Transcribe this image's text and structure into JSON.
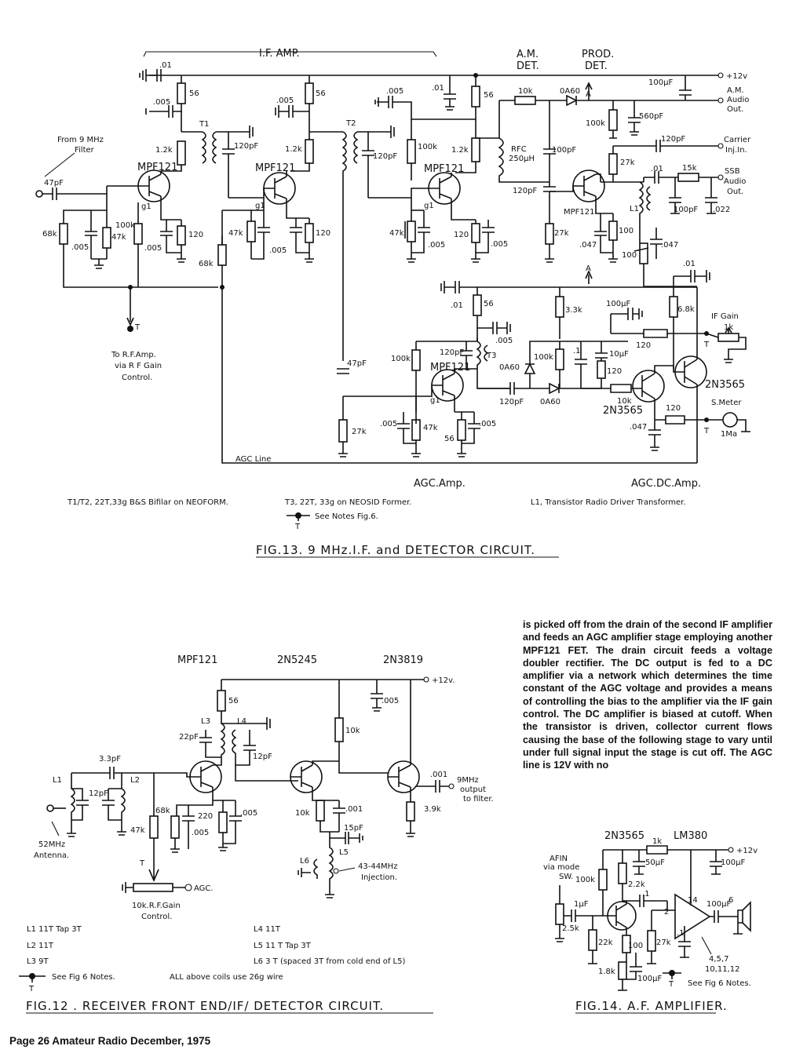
{
  "fig13": {
    "labels": {
      "if_amp": "I.F. AMP.",
      "am_det": "A.M.",
      "am_det2": "DET.",
      "prod_det": "PROD.",
      "prod_det2": "DET.",
      "plus12": "+12v",
      "am_audio": "A.M.",
      "am_audio2": "Audio",
      "am_audio3": "Out.",
      "carrier": "Carrier",
      "carrier2": "Inj.In.",
      "ssb": "SSB",
      "ssb2": "Audio",
      "ssb3": "Out.",
      "from9mhz": "From 9 MHz",
      "filter": "Filter",
      "to_rf": "To R.F.Amp.",
      "via_rf": "via R F Gain",
      "control": "Control.",
      "agc_line": "AGC Line",
      "agc_amp": "AGC.Amp.",
      "agc_dc_amp": "AGC.DC.Amp.",
      "if_gain": "IF Gain",
      "s_meter": "S.Meter",
      "arrow_a": "A",
      "arrow_a2": "A",
      "t_label": "T",
      "t_label2": "T",
      "t_label3": "T"
    },
    "components": {
      "c01a": ".01",
      "c005a": ".005",
      "r56a": "56",
      "t1": "T1",
      "c120pf_a": "120pF",
      "r12k_a": "1.2k",
      "mpf121_a": "MPF121",
      "c47pf_in": "47pF",
      "g1a": "g1",
      "r100k_a": "100k",
      "r47k_a": "47k",
      "r68k_a": "68k",
      "c005b": ".005",
      "c005c": ".005",
      "r120a": "120",
      "c005d": ".005",
      "r56b": "56",
      "r12k_b": "1.2k",
      "mpf121_b": "MPF121",
      "g1b": "g1",
      "r47k_b": "47k",
      "c005e": ".005",
      "r120b": "120",
      "r68k_b": "68k",
      "t2": "T2",
      "c005f": ".005",
      "c120pf_b": "120pF",
      "c01b": ".01",
      "r56c": "56",
      "r100k_b": "100k",
      "r12k_c": "1.2k",
      "rfc": "RFC",
      "rfc2": "250µH",
      "mpf121_c": "MPF121",
      "g1c": "g1",
      "r47k_c": "47k",
      "c005g": ".005",
      "r120c": "120",
      "c005h": ".005",
      "r10k_a": "10k",
      "oa60_a": "0A60",
      "c100uf_a": "100µF",
      "r100k_c": "100k",
      "c560pf": "560pF",
      "c100pf_a": "100pF",
      "c120pf_c": "120pF",
      "c120pf_d": "120pF",
      "r27k_a": "27k",
      "c01c": ".01",
      "r15k": "15k",
      "mpf121_d": "MPF121",
      "l1": "L1",
      "c100pf_b": "100pF",
      "c022": ".022",
      "r27k_b": "27k",
      "r100_a": "100",
      "c047a": ".047",
      "r100_b": "100",
      "c047b": ".047",
      "c01d": ".01",
      "c01e": ".01",
      "r56d": "56",
      "r33k": "3.3k",
      "c100uf_b": "100µF",
      "r68k_c": "6.8k",
      "c005i": ".005",
      "c120pf_e": "120pF",
      "r100k_d": "100k",
      "t3": "T3",
      "mpf121_e": "MPF121",
      "oa60_b": "0A60",
      "r100k_e": "100k",
      "c1a": ".1",
      "c10uf": "10µF",
      "r120d": "120",
      "r120e": "120",
      "r1k_a": "1k",
      "c47pf_b": "47pF",
      "c120pf_f": "120pF",
      "oa60_c": "0A60",
      "r10k_b": "10k",
      "q2n3565_a": "2N3565",
      "q2n3565_b": "2N3565",
      "g1d": "g1",
      "r27k_c": "27k",
      "c005j": ".005",
      "r47k_d": "47k",
      "r56e": "56",
      "c005k": ".005",
      "c047c": ".047",
      "r120f": "120",
      "m1ma": "1Ma"
    },
    "notes": {
      "t1t2": "T1/T2, 22T,33g B&S Bifilar on NEOFORM.",
      "t3": "T3, 22T, 33g on NEOSID Former.",
      "l1": "L1, Transistor Radio Driver Transformer.",
      "see_notes": "See Notes Fig.6.",
      "t": "T"
    },
    "caption": "FIG.13.   9 MHz.I.F. and DETECTOR CIRCUIT."
  },
  "fig12": {
    "labels": {
      "mpf121": "MPF121",
      "q2n5245": "2N5245",
      "q2n3819": "2N3819",
      "plus12": "+12v.",
      "l1": "L1",
      "l2": "L2",
      "l3": "L3",
      "l4": "L4",
      "l5": "L5",
      "l6": "L6",
      "c33pf": "3.3pF",
      "c12pf_a": "12pF",
      "c22pf": "22pF",
      "c12pf_b": "12pF",
      "r56": "56",
      "r68k": "68k",
      "r220": "220",
      "c005a": ".005",
      "c005b": ".005",
      "r47k": "47k",
      "r10k_a": "10k",
      "r10k_b": "10k",
      "c001a": ".001",
      "c001b": ".001",
      "c15pf": "15pF",
      "c005c": ".005",
      "r39k": "3.9k",
      "mhz52": "52MHz",
      "antenna": "Antenna.",
      "out9": "9MHz",
      "out9b": "output",
      "out9c": "to filter.",
      "inj": "43-44MHz",
      "inj2": "Injection.",
      "agc": "AGC.",
      "rfgain": "10k.R.F.Gain",
      "rfgain2": "Control.",
      "t": "T",
      "t2": "T"
    },
    "coils": {
      "l1": "L1   11T  Tap  3T",
      "l2": "L2   11T",
      "l3": "L3    9T",
      "l4": "L4   11T",
      "l5": "L5   11 T  Tap  3T",
      "l6": "L6      3 T  (spaced 3T from cold end of L5)"
    },
    "notes": {
      "see_fig6": "See Fig 6 Notes.",
      "all_coils": "ALL above coils use  26g  wire"
    },
    "caption": "FIG.12 . RECEIVER FRONT END/IF/ DETECTOR CIRCUIT."
  },
  "fig14": {
    "labels": {
      "q2n3565": "2N3565",
      "lm380": "LM380",
      "r1k": "1k",
      "plus12": "+12v",
      "afin": "AFIN",
      "via_mode": "via mode",
      "sw": "SW.",
      "r100k": "100k",
      "c50uf": "50µF",
      "c100uf_a": "100µF",
      "r22k_a": "2.2k",
      "c1uf": "1µF",
      "c1a": ".1",
      "pin2": "2",
      "pin14": "14",
      "c100uf_b": "100µF",
      "pin6": "6",
      "r25k": "2.5k",
      "r22k_b": "22k",
      "r100": "100",
      "r27k": "27k",
      "c1b": ".1",
      "r18k": "1.8k",
      "c100uf_c": "100µF",
      "pins": "4,5,7",
      "pins2": "10,11,12",
      "t": "T",
      "see": "See Fig 6 Notes.",
      "t2": "T"
    },
    "caption": "FIG.14. A.F. AMPLIFIER."
  },
  "article": "is picked off from the drain of the second IF amplifier and feeds an AGC amplifier stage employing another MPF121 FET. The drain circuit feeds a voltage doubler rectifier. The DC output is fed to a DC amplifier via a network which determines the time constant of the AGC voltage and provides a means of controlling the bias to the amplifier via the IF gain control. The DC amplifier is biased at cutoff. When the transistor is driven, collector current flows causing the base of the following stage to vary until under full signal input the stage is cut off. The AGC line is 12V with no",
  "footer": "Page 26   Amateur Radio   December, 1975"
}
